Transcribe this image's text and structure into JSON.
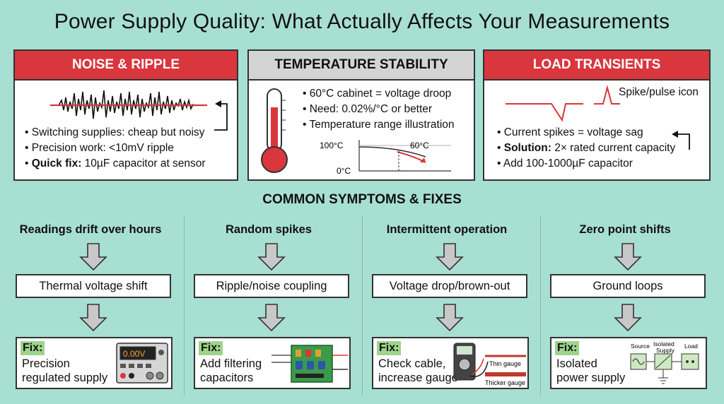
{
  "title": "Power Supply Quality: What Actually Affects Your Measurements",
  "cards": {
    "noise": {
      "header": "NOISE & RIPPLE",
      "bullets": [
        {
          "bold": "",
          "text": "Switching supplies: cheap but noisy"
        },
        {
          "bold": "",
          "text": "Precision work: <10mV ripple"
        },
        {
          "bold": "Quick fix:",
          "text": " 10µF capacitor at sensor"
        }
      ]
    },
    "temperature": {
      "header": "TEMPERATURE STABILITY",
      "bullets": [
        {
          "text": "60°C cabinet = voltage droop"
        },
        {
          "text": "Need: 0.02%/°C or better"
        },
        {
          "text": "Temperature range illustration"
        }
      ],
      "graph": {
        "label_high": "100°C",
        "label_low": "0°C",
        "marker": "60°C"
      }
    },
    "load": {
      "header": "LOAD TRANSIENTS",
      "spike_label": "Spike/pulse icon",
      "bullets": [
        {
          "bold": "",
          "text": "Current spikes = voltage sag"
        },
        {
          "bold": "Solution:",
          "text": " 2× rated current capacity"
        },
        {
          "bold": "",
          "text": "Add 100-1000µF capacitor"
        }
      ]
    }
  },
  "section_title": "COMMON SYMPTOMS & FIXES",
  "columns": [
    {
      "symptom": "Readings drift over hours",
      "cause": "Thermal voltage shift",
      "fix_label": "Fix:",
      "fix_lines": [
        "Precision",
        "regulated supply"
      ],
      "display": "0.00V"
    },
    {
      "symptom": "Random spikes",
      "cause": "Ripple/noise coupling",
      "fix_label": "Fix:",
      "fix_lines": [
        "Add filtering",
        "capacitors"
      ]
    },
    {
      "symptom": "Intermittent operation",
      "cause": "Voltage drop/brown-out",
      "fix_label": "Fix:",
      "fix_lines": [
        "Check cable,",
        "increase gauge"
      ],
      "thin": "Thin gauge",
      "thick": "Thicker gauge"
    },
    {
      "symptom": "Zero point shifts",
      "cause": "Ground loops",
      "fix_label": "Fix:",
      "fix_lines": [
        "Isolated",
        "power supply"
      ],
      "source": "Source",
      "isolated1": "Isolated",
      "isolated2": "Supply",
      "load": "Load"
    }
  ],
  "colors": {
    "background": "#a8dfd3",
    "red": "#d9363e",
    "gray_header": "#d4d4d4",
    "fix_tag": "#9ed48c"
  }
}
